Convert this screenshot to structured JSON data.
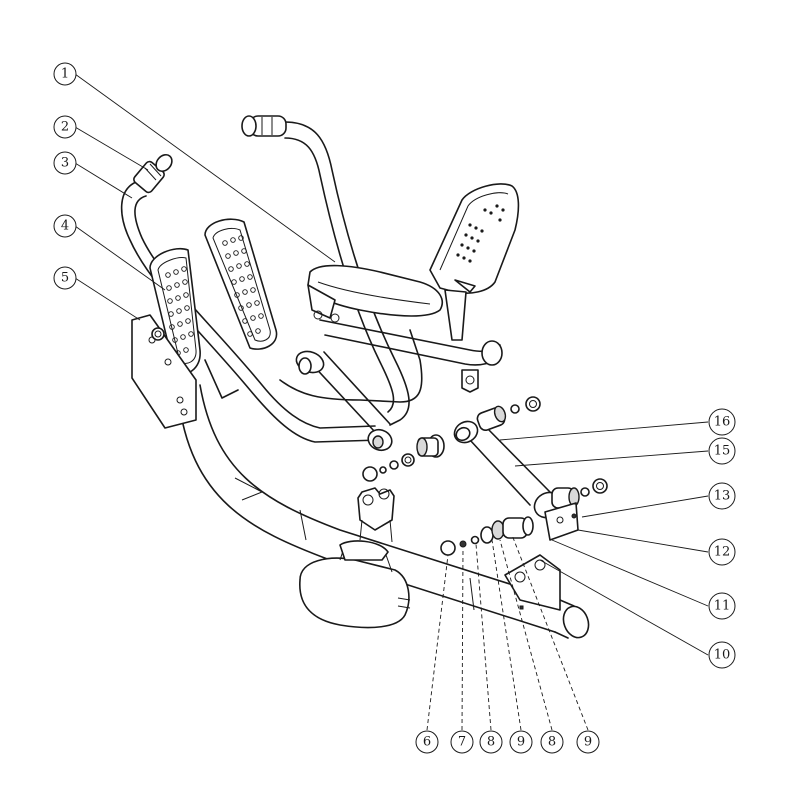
{
  "callouts": [
    {
      "id": "c1",
      "label": "1"
    },
    {
      "id": "c2",
      "label": "2"
    },
    {
      "id": "c3",
      "label": "3"
    },
    {
      "id": "c4",
      "label": "4"
    },
    {
      "id": "c5",
      "label": "5"
    },
    {
      "id": "c16",
      "label": "16"
    },
    {
      "id": "c15",
      "label": "15"
    },
    {
      "id": "c13",
      "label": "13"
    },
    {
      "id": "c12",
      "label": "12"
    },
    {
      "id": "c11",
      "label": "11"
    },
    {
      "id": "c10",
      "label": "10"
    },
    {
      "id": "c6",
      "label": "6"
    },
    {
      "id": "c7",
      "label": "7"
    },
    {
      "id": "c8a",
      "label": "8"
    },
    {
      "id": "c9a",
      "label": "9"
    },
    {
      "id": "c8b",
      "label": "8"
    },
    {
      "id": "c9b",
      "label": "9"
    }
  ]
}
